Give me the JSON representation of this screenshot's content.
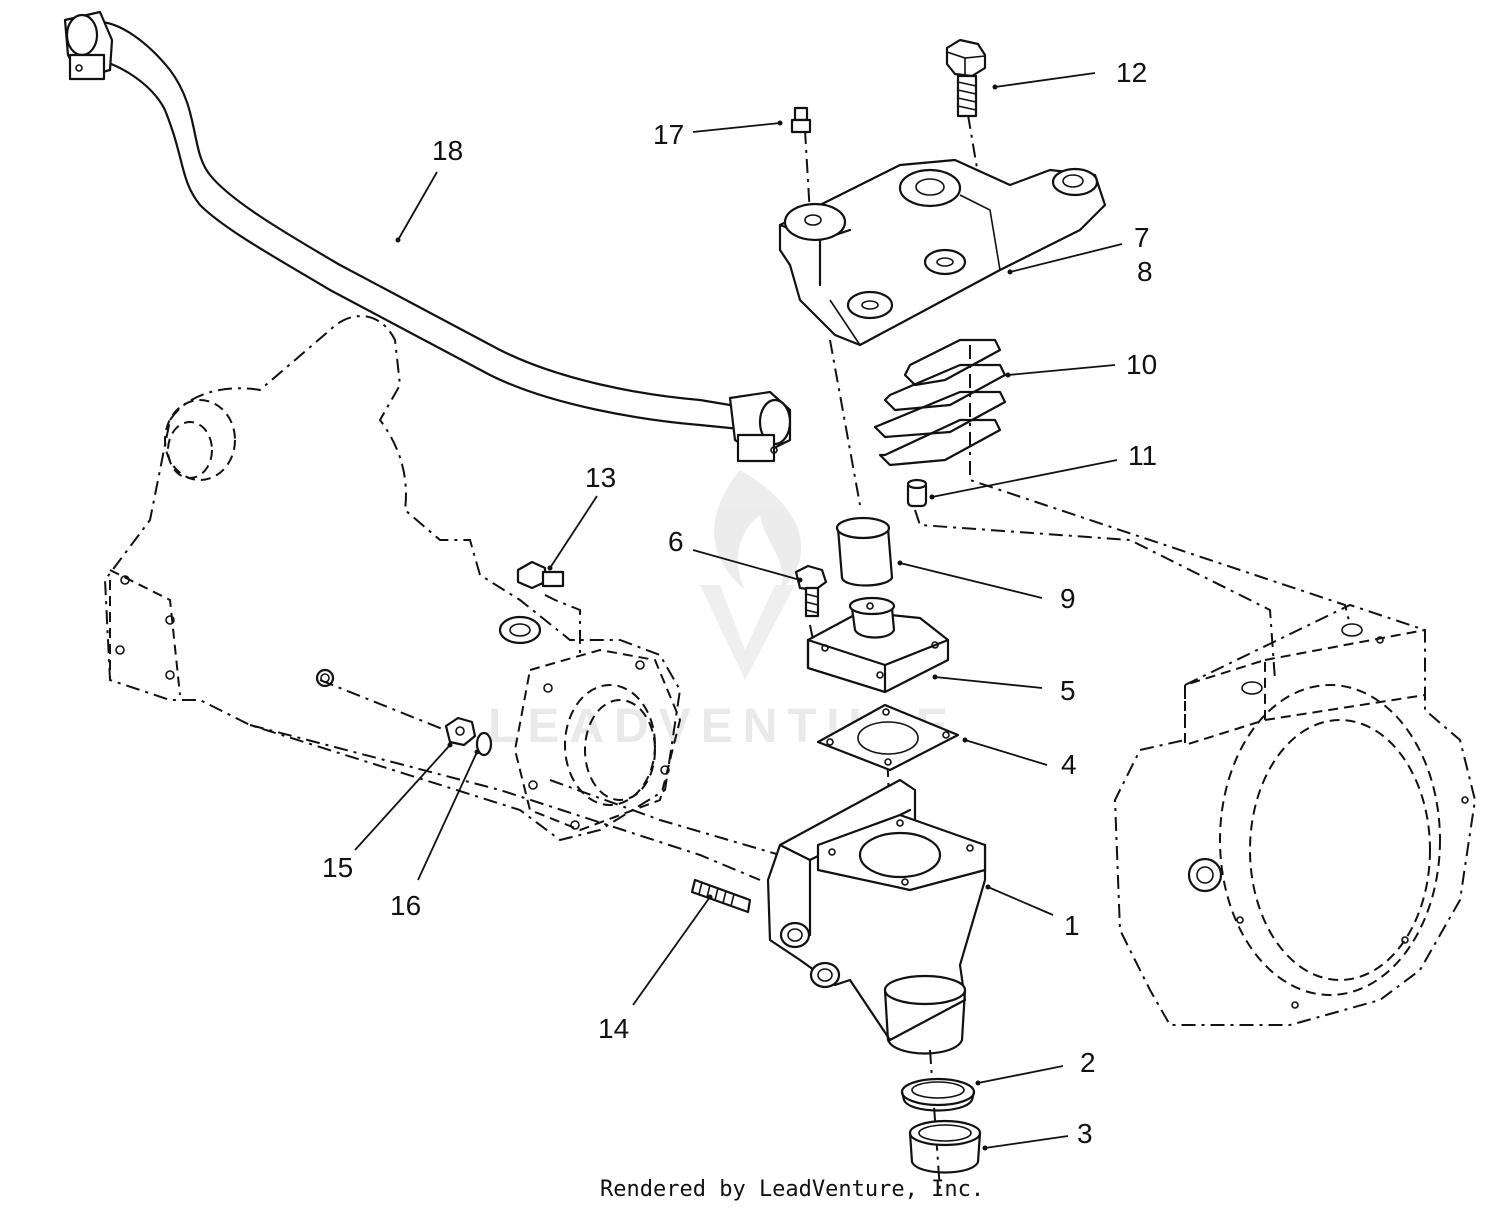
{
  "callouts": [
    {
      "id": "1",
      "label": "1"
    },
    {
      "id": "2",
      "label": "2"
    },
    {
      "id": "3",
      "label": "3"
    },
    {
      "id": "4",
      "label": "4"
    },
    {
      "id": "5",
      "label": "5"
    },
    {
      "id": "6",
      "label": "6"
    },
    {
      "id": "7",
      "label": "7"
    },
    {
      "id": "8",
      "label": "8"
    },
    {
      "id": "9",
      "label": "9"
    },
    {
      "id": "10",
      "label": "10"
    },
    {
      "id": "11",
      "label": "11"
    },
    {
      "id": "12",
      "label": "12"
    },
    {
      "id": "13",
      "label": "13"
    },
    {
      "id": "14",
      "label": "14"
    },
    {
      "id": "15",
      "label": "15"
    },
    {
      "id": "16",
      "label": "16"
    },
    {
      "id": "17",
      "label": "17"
    },
    {
      "id": "18",
      "label": "18"
    }
  ],
  "watermark": {
    "text": "LEADVENTURE"
  },
  "footer": {
    "text": "Rendered by LeadVenture, Inc."
  },
  "colors": {
    "line": "#111111",
    "watermark": "#d8d8d8",
    "background": "#ffffff"
  }
}
